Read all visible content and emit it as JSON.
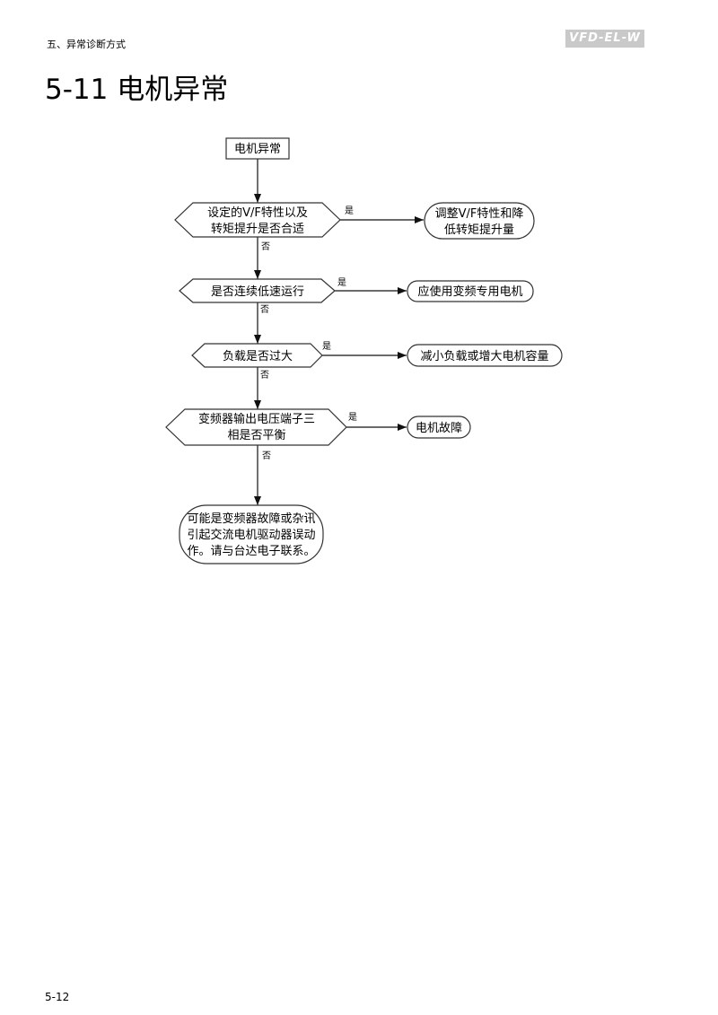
{
  "header": {
    "section_label": "五、异常诊断方式",
    "model_badge": "VFD-EL-W"
  },
  "title": "5-11  电机异常",
  "flowchart": {
    "start": "电机异常",
    "decisions": [
      {
        "lines": [
          "设定的V/F特性以及",
          "转矩提升是否合适"
        ],
        "yes_label": "是",
        "no_label": "否",
        "action": [
          "调整V/F特性和降",
          "低转矩提升量"
        ]
      },
      {
        "lines": [
          "是否连续低速运行"
        ],
        "yes_label": "是",
        "no_label": "否",
        "action": [
          "应使用变频专用电机"
        ]
      },
      {
        "lines": [
          "负载是否过大"
        ],
        "yes_label": "是",
        "no_label": "否",
        "action": [
          "减小负载或增大电机容量"
        ]
      },
      {
        "lines": [
          "变频器输出电压端子三",
          "相是否平衡"
        ],
        "yes_label": "是",
        "no_label": "否",
        "action": [
          "电机故障"
        ]
      }
    ],
    "end": [
      "可能是变频器故障或杂讯",
      "引起交流电机驱动器误动",
      "作。请与台达电子联系。"
    ]
  },
  "footer": {
    "page_number": "5-12"
  }
}
